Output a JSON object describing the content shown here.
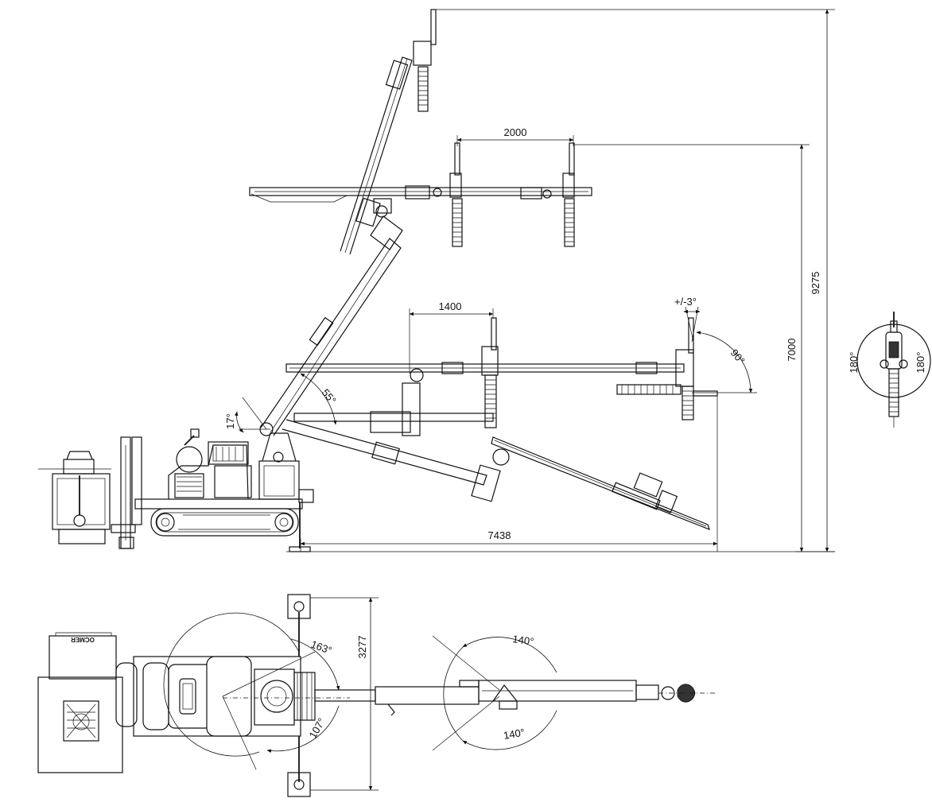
{
  "side_view": {
    "dims": {
      "total_height": "9275",
      "arm_height": "7000",
      "boom_spread": "2000",
      "slide_offset": "1400",
      "reach": "7438"
    },
    "angles": {
      "tilt_small": "17°",
      "boom_lift": "55°",
      "tip_right": "90°",
      "tip_tolerance": "+/-3°"
    }
  },
  "rotation_view": {
    "left": "180°",
    "right": "180°"
  },
  "top_view": {
    "dims": {
      "stabilizer_span": "3277"
    },
    "angles": {
      "slew_upper": "163°",
      "slew_lower": "107°",
      "head_upper": "140°",
      "head_lower": "140°"
    },
    "brand": "OCMER"
  }
}
